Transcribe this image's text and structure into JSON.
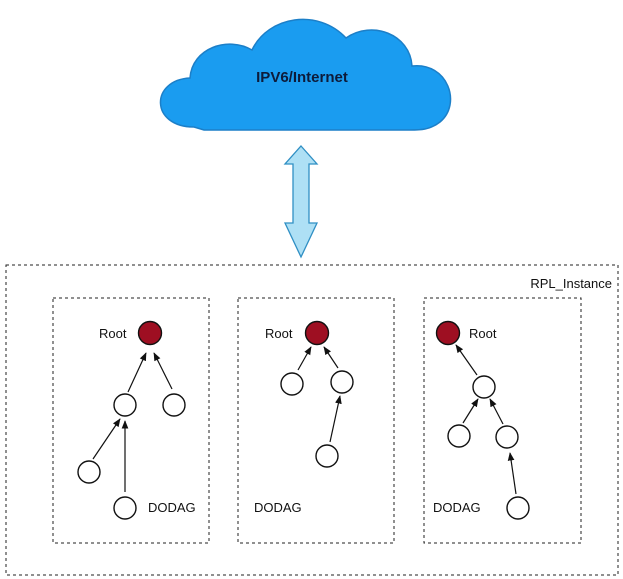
{
  "cloud": {
    "label": "IPV6/Internet"
  },
  "instance": {
    "label": "RPL_Instance"
  },
  "colors": {
    "cloud_fill": "#1a9cf0",
    "cloud_stroke": "#1c7fc8",
    "arrow_fill": "#aee0f5",
    "arrow_stroke": "#2f8fc4",
    "root_fill": "#9e0f22"
  },
  "dodags": [
    {
      "root_label": "Root",
      "dodag_label": "DODAG"
    },
    {
      "root_label": "Root",
      "dodag_label": "DODAG"
    },
    {
      "root_label": "Root",
      "dodag_label": "DODAG"
    }
  ]
}
